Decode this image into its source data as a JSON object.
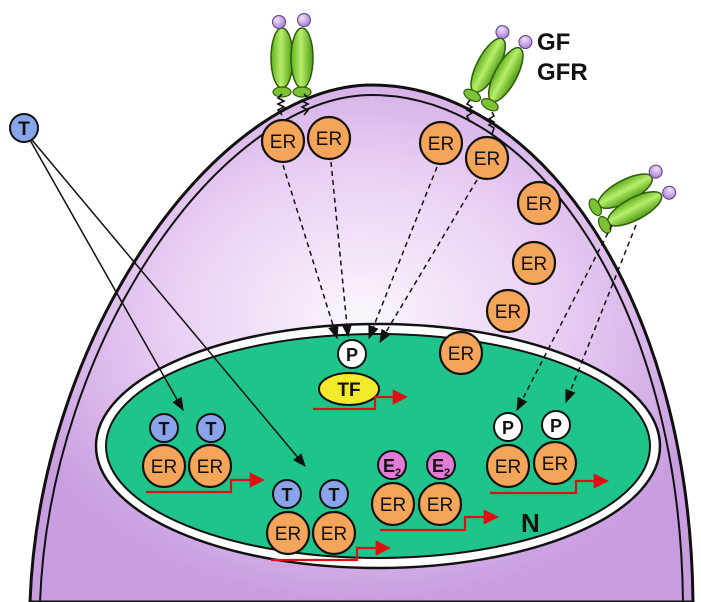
{
  "labels": {
    "gf": "GF",
    "gfr": "GFR",
    "nucleus": "N",
    "estrogen_receptor": "ER",
    "tamoxifen": "T",
    "phosphate": "P",
    "transcription_factor": "TF",
    "estradiol_base": "E",
    "estradiol_sub": "2"
  },
  "colors": {
    "cytoplasm": "#e3c7f0",
    "nucleus": "#1ec48a",
    "receptor": "#f5a55a",
    "tamoxifen": "#8aa4ec",
    "estradiol": "#e27ad8",
    "growth_factor_receptor": "#8fd23c",
    "growth_factor": "#c9a6e6",
    "tf": "#f2ea2a",
    "arrow_red": "#e01010"
  }
}
